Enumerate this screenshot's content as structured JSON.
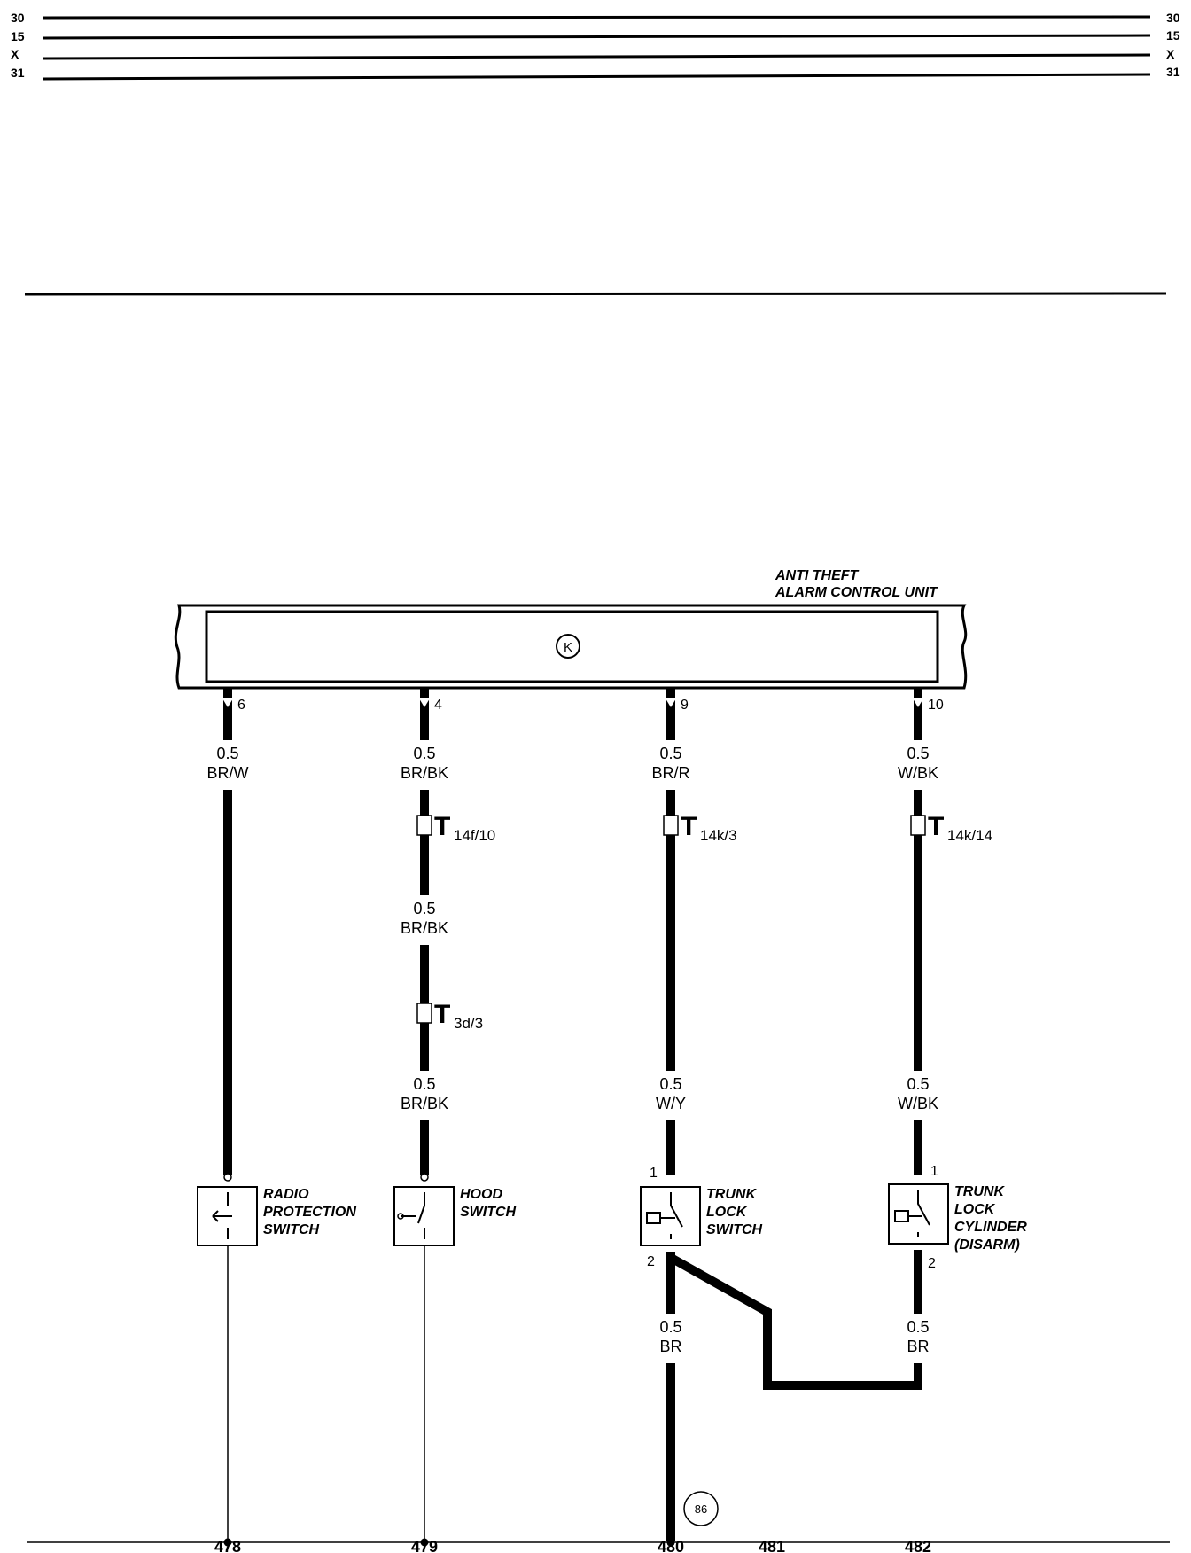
{
  "rails": {
    "left": [
      "30",
      "15",
      "X",
      "31"
    ],
    "right": [
      "30",
      "15",
      "X",
      "31"
    ]
  },
  "control_unit": {
    "title_line1": "ANTI THEFT",
    "title_line2": "ALARM CONTROL UNIT",
    "symbol": "K"
  },
  "wires": {
    "col1": {
      "pin": "6",
      "size": "0.5",
      "color": "BR/W"
    },
    "col2": {
      "pin": "4",
      "seg1_size": "0.5",
      "seg1_color": "BR/BK",
      "conn1_main": "T",
      "conn1_sub": "14f/10",
      "seg2_size": "0.5",
      "seg2_color": "BR/BK",
      "conn2_main": "T",
      "conn2_sub": "3d/3",
      "seg3_size": "0.5",
      "seg3_color": "BR/BK"
    },
    "col3": {
      "pin": "9",
      "seg1_size": "0.5",
      "seg1_color": "BR/R",
      "conn_main": "T",
      "conn_sub": "14k/3",
      "seg2_size": "0.5",
      "seg2_color": "W/Y",
      "seg3_size": "0.5",
      "seg3_color": "BR"
    },
    "col4": {
      "pin": "10",
      "seg1_size": "0.5",
      "seg1_color": "W/BK",
      "conn_main": "T",
      "conn_sub": "14k/14",
      "seg2_size": "0.5",
      "seg2_color": "W/BK",
      "seg3_size": "0.5",
      "seg3_color": "BR"
    }
  },
  "components": {
    "radio": {
      "line1": "RADIO",
      "line2": "PROTECTION",
      "line3": "SWITCH"
    },
    "hood": {
      "line1": "HOOD",
      "line2": "SWITCH"
    },
    "trunk_switch": {
      "line1": "TRUNK",
      "line2": "LOCK",
      "line3": "SWITCH",
      "pin_top": "1",
      "pin_bottom": "2"
    },
    "trunk_cylinder": {
      "line1": "TRUNK",
      "line2": "LOCK",
      "line3": "CYLINDER",
      "line4": "(DISARM)",
      "pin_top": "1",
      "pin_bottom": "2"
    }
  },
  "ground": {
    "number": "86"
  },
  "references": [
    "478",
    "479",
    "480",
    "481",
    "482"
  ]
}
